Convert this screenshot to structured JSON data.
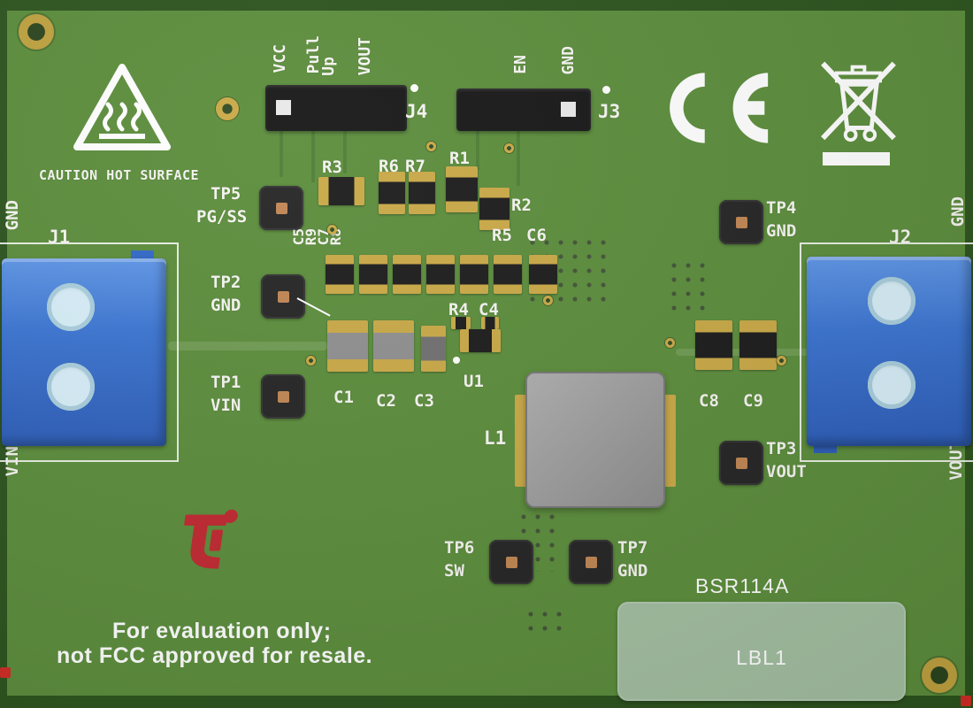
{
  "board": {
    "caution_label": "CAUTION HOT SURFACE",
    "eval_line1": "For evaluation only;",
    "eval_line2": "not FCC approved for resale.",
    "part_number": "BSR114A",
    "label_text": "LBL1"
  },
  "connectors": {
    "j1": {
      "ref": "J1",
      "net_top": "GND",
      "net_bottom": "VIN"
    },
    "j2": {
      "ref": "J2",
      "net_top": "GND",
      "net_bottom": "VOUT"
    }
  },
  "headers": {
    "j4": {
      "ref": "J4",
      "pin_labels": [
        "VCC",
        "Pull",
        "Up",
        "VOUT"
      ]
    },
    "j3": {
      "ref": "J3",
      "pin_labels": [
        "EN",
        "GND"
      ]
    }
  },
  "testpoints": {
    "tp1": {
      "ref": "TP1",
      "net": "VIN"
    },
    "tp2": {
      "ref": "TP2",
      "net": "GND"
    },
    "tp3": {
      "ref": "TP3",
      "net": "VOUT"
    },
    "tp4": {
      "ref": "TP4",
      "net": "GND"
    },
    "tp5": {
      "ref": "TP5",
      "net": "PG/SS"
    },
    "tp6": {
      "ref": "TP6",
      "net": "SW"
    },
    "tp7": {
      "ref": "TP7",
      "net": "GND"
    }
  },
  "components": {
    "r1": "R1",
    "r2": "R2",
    "r3": "R3",
    "r4": "R4",
    "r5": "R5",
    "r6": "R6",
    "r7": "R7",
    "r8": "R8",
    "r9": "R9",
    "c1": "C1",
    "c2": "C2",
    "c3": "C3",
    "c4": "C4",
    "c5": "C5",
    "c6": "C6",
    "c7": "C7",
    "c8": "C8",
    "c9": "C9",
    "l1": "L1",
    "u1": "U1"
  },
  "icons": {
    "hot_surface": "hot-surface-warning",
    "ce": "ce-mark",
    "weee": "crossed-out-wheelie-bin",
    "ti": "texas-instruments-logo"
  },
  "colors": {
    "board_green": "#5a8c3a",
    "edge_green": "#2b521c",
    "silkscreen_white": "#f5f5f0",
    "pad_gold": "#c9a845",
    "connector_blue": "#2f66c6",
    "label_sage": "#a3bfa1",
    "ti_red": "#c0272f"
  }
}
